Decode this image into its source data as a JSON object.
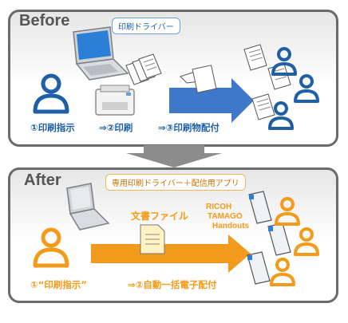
{
  "before": {
    "title": "Before",
    "callout": "印刷ドライバー",
    "steps": [
      "①印刷指示",
      "⇒②印刷",
      "⇒③印刷物配付"
    ]
  },
  "after": {
    "title": "After",
    "callout": "専用印刷ドライバー＋配信用アプリ",
    "file_label": "文書ファイル",
    "app_lines": [
      "RICOH",
      "TAMAGO",
      "Handouts"
    ],
    "steps": [
      "①“印刷指示”",
      "⇒②自動一括電子配付"
    ]
  },
  "colors": {
    "blue": "#1f5fa8",
    "orange": "#f39a1a",
    "arrow_blue": "#3f78c8",
    "arrow_orange": "#f29a1c",
    "frame": "#6b6b6b"
  }
}
